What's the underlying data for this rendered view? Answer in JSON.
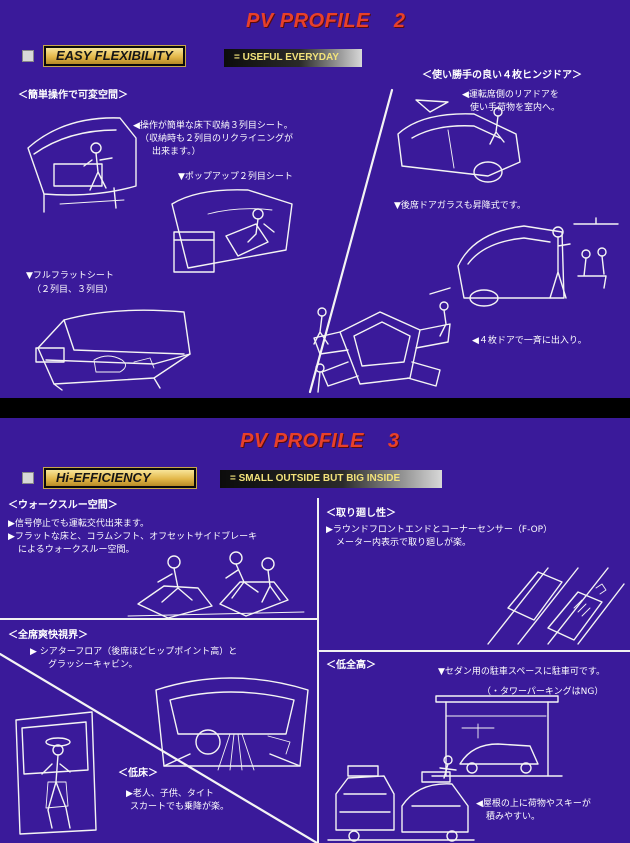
{
  "page2": {
    "title": "PV PROFILE",
    "number": "2",
    "badge": "EASY FLEXIBILITY",
    "tagline": "= USEFUL EVERYDAY",
    "left_header": "＜簡単操作で可変空間＞",
    "seat3_line1": "◀操作が簡単な床下収納３列目シート。",
    "seat3_line2": "（収納時も２列目のリクライニングが",
    "seat3_line3": "出来ます。）",
    "popup": "▼ポップアップ２列目シート",
    "flat_line1": "▼フルフラットシート",
    "flat_line2": "（２列目、３列目）",
    "right_header": "＜使い勝手の良い４枚ヒンジドア＞",
    "rear_door_line1": "◀運転席側のリアドアを",
    "rear_door_line2": "使い手荷物を室内へ。",
    "window": "▼後席ドアガラスも昇降式です。",
    "four_door": "◀４枚ドアで一斉に出入り。"
  },
  "page3": {
    "title": "PV PROFILE",
    "number": "3",
    "badge": "Hi-EFFICIENCY",
    "tagline": "= SMALL OUTSIDE BUT BIG INSIDE",
    "walk_header": "＜ウォークスルー空間＞",
    "walk_line1": "▶信号停止でも運転交代出来ます。",
    "walk_line2": "▶フラットな床と、コラムシフト、オフセットサイドブレーキ",
    "walk_line3": "によるウォークスルー空間。",
    "turn_header": "＜取り廻し性＞",
    "turn_line1": "▶ラウンドフロントエンドとコーナーセンサー（F-OP）",
    "turn_line2": "メーター内表示で取り廻しが楽。",
    "view_header": "＜全席爽快視界＞",
    "view_line1": "▶ シアターフロア（後席ほどヒップポイント高）と",
    "view_line2": "グラッシーキャビン。",
    "height_header": "＜低全高＞",
    "height_line1": "▼セダン用の駐車スペースに駐車可です。",
    "height_line2": "（・タワーパーキングはNG）",
    "floor_header": "＜低床＞",
    "floor_line1": "▶老人、子供、タイト",
    "floor_line2": "スカートでも乗降が楽。",
    "roof_line1": "◀屋根の上に荷物やスキーが",
    "roof_line2": "積みやすい。"
  },
  "colors": {
    "panel_bg": "#3a1a9a",
    "title_red": "#e8402a",
    "badge_gold": "#e3b84a",
    "tagline_text": "#f2e27a",
    "line_art": "#f4f4f4"
  }
}
